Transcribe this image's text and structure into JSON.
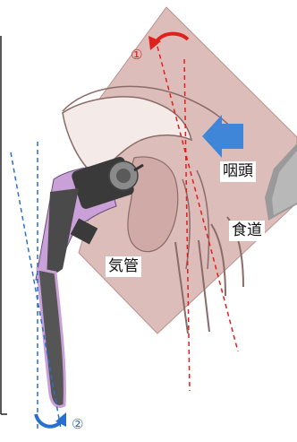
{
  "labels": {
    "pharynx": "咽頭",
    "esophagus": "食道",
    "trachea": "気管"
  },
  "markers": {
    "rotation_1": "①",
    "rotation_2": "②"
  },
  "colors": {
    "tissue": "#d9b8b4",
    "tissue_dark": "#c49a96",
    "tissue_edge": "#8a6b68",
    "red_marker": "#e0201c",
    "blue_marker": "#2a6fd0",
    "arrow_blue": "#3f86d8",
    "scope_dark": "#3a3a3a",
    "scope_tube": "#5a5a5a",
    "scope_outline": "#c9a0d8"
  },
  "icons": {
    "red_arrow": "curved-rotation-arrow",
    "blue_arrow": "push-direction-arrow",
    "scope": "laryngoscope-device"
  }
}
